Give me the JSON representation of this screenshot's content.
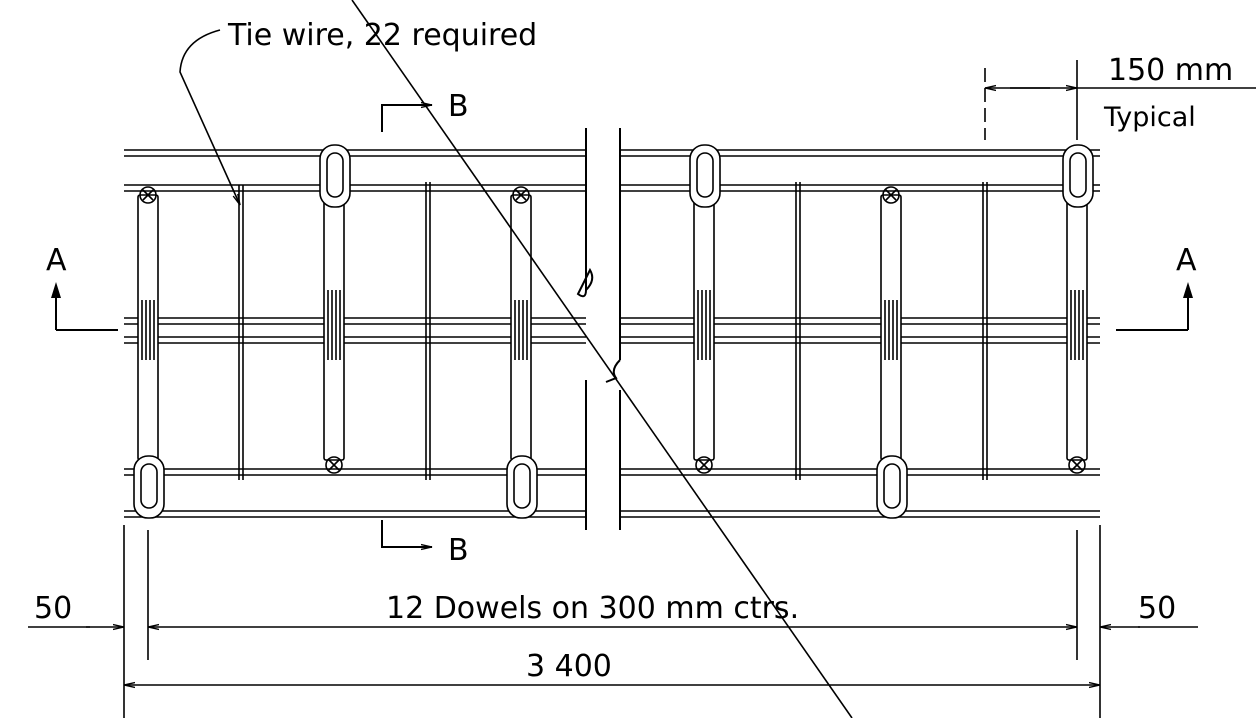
{
  "labels": {
    "tie_wire": "Tie wire, 22 required",
    "spacing": "150 mm",
    "spacing_note": "Typical",
    "section_a_left": "A",
    "section_a_right": "A",
    "section_b_top": "B",
    "section_b_bottom": "B",
    "edge_left": "50",
    "edge_right": "50",
    "dowels": "12 Dowels on 300 mm ctrs.",
    "overall_length": "3 400"
  }
}
